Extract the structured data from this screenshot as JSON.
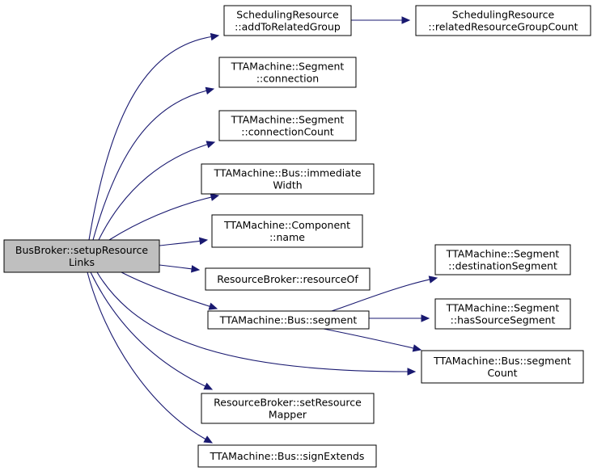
{
  "nodes": [
    {
      "id": "root",
      "lines": [
        "BusBroker::setupResource",
        "Links"
      ],
      "root": true
    },
    {
      "id": "n1",
      "lines": [
        "SchedulingResource",
        "::addToRelatedGroup"
      ]
    },
    {
      "id": "n2",
      "lines": [
        "SchedulingResource",
        "::relatedResourceGroupCount"
      ]
    },
    {
      "id": "n3",
      "lines": [
        "TTAMachine::Segment",
        "::connection"
      ]
    },
    {
      "id": "n4",
      "lines": [
        "TTAMachine::Segment",
        "::connectionCount"
      ]
    },
    {
      "id": "n5",
      "lines": [
        "TTAMachine::Bus::immediate",
        "Width"
      ]
    },
    {
      "id": "n6",
      "lines": [
        "TTAMachine::Component",
        "::name"
      ]
    },
    {
      "id": "n7",
      "lines": [
        "ResourceBroker::resourceOf"
      ]
    },
    {
      "id": "n8",
      "lines": [
        "TTAMachine::Bus::segment"
      ]
    },
    {
      "id": "n9",
      "lines": [
        "TTAMachine::Segment",
        "::destinationSegment"
      ]
    },
    {
      "id": "n10",
      "lines": [
        "TTAMachine::Segment",
        "::hasSourceSegment"
      ]
    },
    {
      "id": "n11",
      "lines": [
        "TTAMachine::Bus::segment",
        "Count"
      ]
    },
    {
      "id": "n12",
      "lines": [
        "ResourceBroker::setResource",
        "Mapper"
      ]
    },
    {
      "id": "n13",
      "lines": [
        "TTAMachine::Bus::signExtends"
      ]
    }
  ],
  "edges": [
    [
      "root",
      "n1"
    ],
    [
      "root",
      "n3"
    ],
    [
      "root",
      "n4"
    ],
    [
      "root",
      "n5"
    ],
    [
      "root",
      "n6"
    ],
    [
      "root",
      "n7"
    ],
    [
      "root",
      "n8"
    ],
    [
      "root",
      "n11"
    ],
    [
      "root",
      "n12"
    ],
    [
      "root",
      "n13"
    ],
    [
      "n1",
      "n2"
    ],
    [
      "n8",
      "n9"
    ],
    [
      "n8",
      "n10"
    ],
    [
      "n8",
      "n11"
    ]
  ]
}
